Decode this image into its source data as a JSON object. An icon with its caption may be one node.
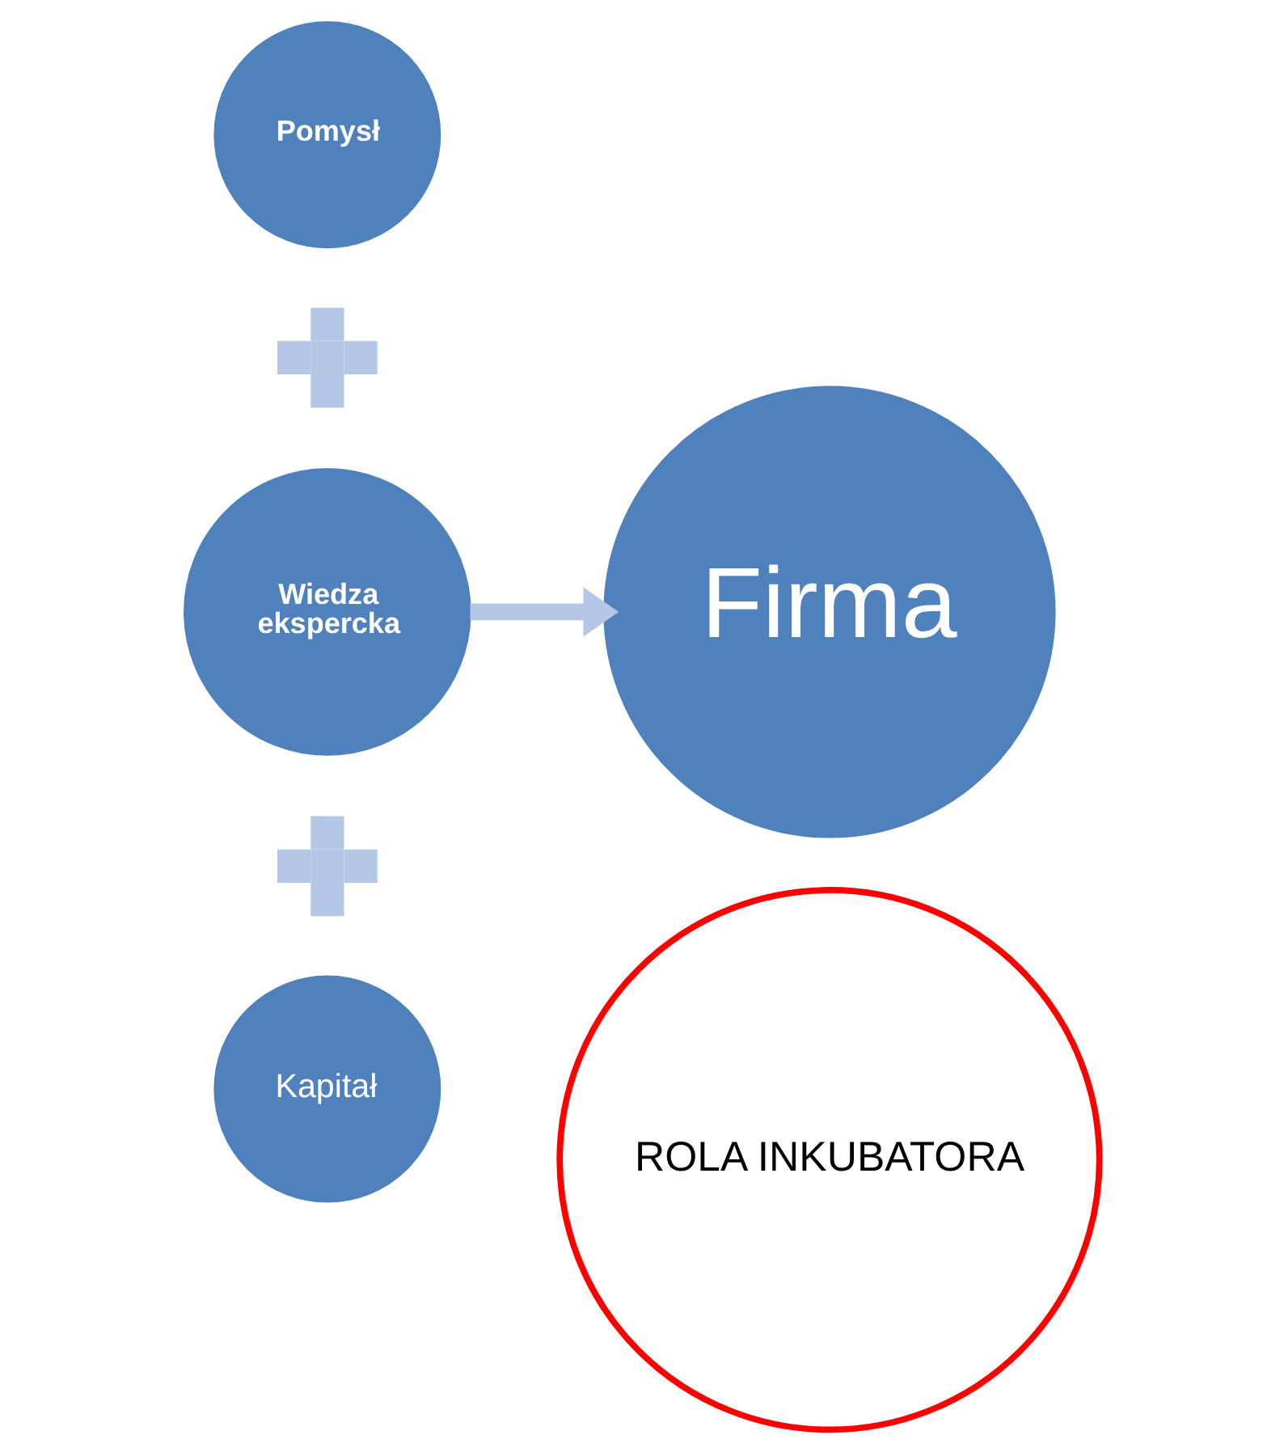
{
  "diagram": {
    "nodes": [
      {
        "text": [
          "Pomysł"
        ]
      },
      {
        "text": [],
        "shape": "plus"
      },
      {
        "text": [
          "Wiedza ekspercka"
        ]
      },
      {
        "text": [
          "Firma"
        ]
      },
      {
        "text": [],
        "shape": "plus"
      },
      {
        "text": [
          "Kapitał"
        ]
      },
      {
        "text": [
          "ROLA INKUBATORA"
        ]
      }
    ],
    "edges": [
      {
        "from": 2,
        "to": 3,
        "arrow": "to"
      }
    ]
  }
}
